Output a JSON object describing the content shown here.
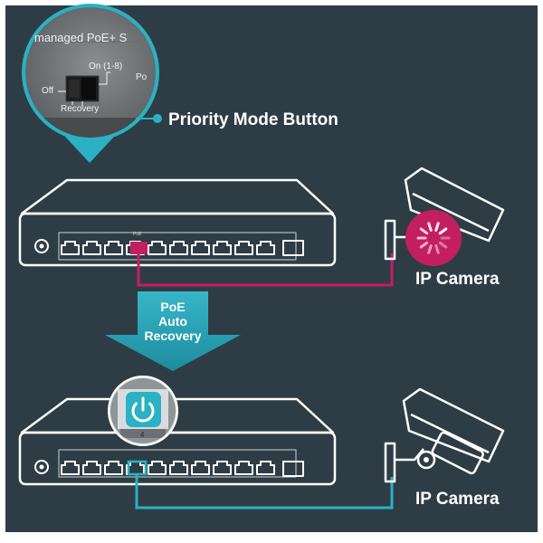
{
  "callout": {
    "title": "Priority Mode Button",
    "zoom_header": "managed PoE+ S",
    "switch_on": "On (1-8)",
    "switch_off": "Off",
    "switch_recovery": "Recovery",
    "partial_label": "Po"
  },
  "top_switch": {
    "port_marker": "PoE"
  },
  "arrow": {
    "lines": [
      "PoE",
      "Auto",
      "Recovery"
    ]
  },
  "bottom_zoom": {
    "port_number": "4"
  },
  "cameras": {
    "top_label": "IP Camera",
    "bottom_label": "IP Camera"
  },
  "colors": {
    "background": "#2e3d45",
    "line": "#ffffff",
    "fault_magenta": "#c41e63",
    "ok_cyan": "#2ab1c3",
    "arrow_teal": "#2aa5b8"
  }
}
